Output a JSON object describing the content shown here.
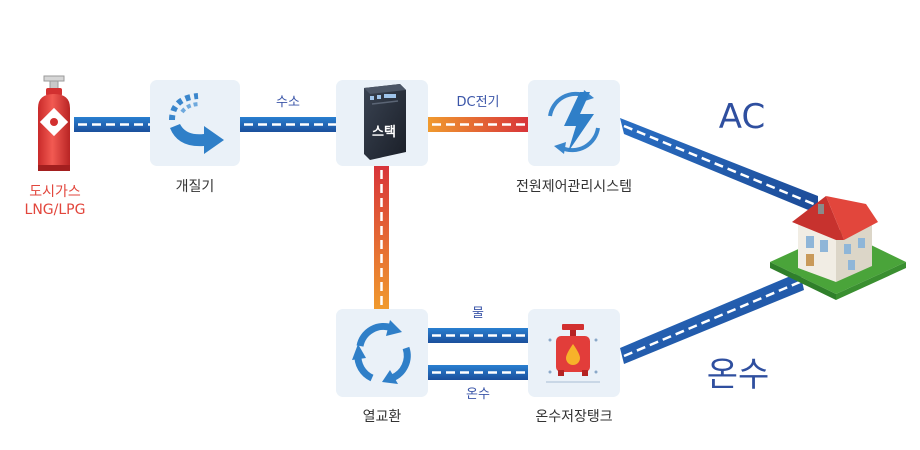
{
  "nodes": {
    "gas": {
      "label_line1": "도시가스",
      "label_line2": "LNG/LPG"
    },
    "reformer": {
      "label": "개질기"
    },
    "stack": {
      "label": "스택"
    },
    "power_control": {
      "label": "전원제어관리시스템"
    },
    "heat_exchanger": {
      "label": "열교환"
    },
    "hot_water_tank": {
      "label": "온수저장탱크"
    }
  },
  "connections": {
    "hydrogen": "수소",
    "dc_power": "DC전기",
    "water": "물",
    "hot_water": "온수",
    "ac": "AC",
    "hot_water_out": "온수"
  },
  "colors": {
    "pipe_blue": "#1f5fae",
    "pipe_orange": "#e8932d",
    "pipe_red": "#d93a35",
    "tile_bg": "#eaf1f8",
    "icon_blue": "#2f7fc8"
  },
  "icons": {
    "gas": "gas-cylinder-icon",
    "reformer": "reformer-arrow-icon",
    "stack": "fuel-cell-stack-icon",
    "power_control": "lightning-cycle-icon",
    "heat_exchanger": "circular-arrows-icon",
    "hot_water_tank": "water-tank-icon",
    "house": "house-icon"
  }
}
